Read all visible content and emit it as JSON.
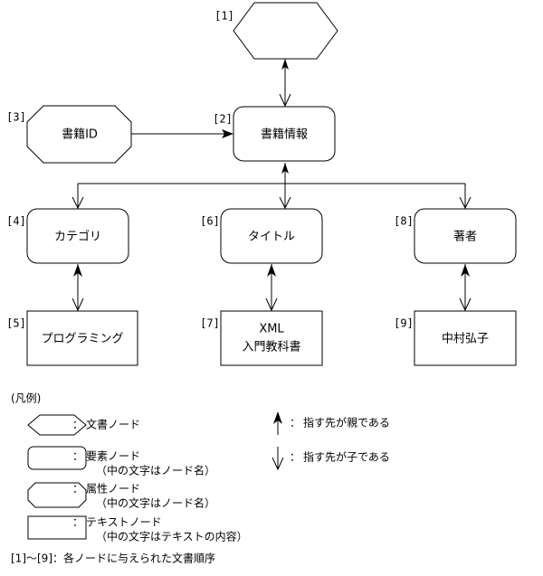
{
  "diagram": {
    "nodes": [
      {
        "id": "n1",
        "order": "[1]",
        "label": "",
        "shape": "hexagon",
        "kind": "document-node"
      },
      {
        "id": "n2",
        "order": "[2]",
        "label": "書籍情報",
        "shape": "rounded-rect",
        "kind": "element-node"
      },
      {
        "id": "n3",
        "order": "[3]",
        "label": "書籍ID",
        "shape": "octagon",
        "kind": "attribute-node"
      },
      {
        "id": "n4",
        "order": "[4]",
        "label": "カテゴリ",
        "shape": "rounded-rect",
        "kind": "element-node"
      },
      {
        "id": "n5",
        "order": "[5]",
        "label": "プログラミング",
        "shape": "rect",
        "kind": "text-node"
      },
      {
        "id": "n6",
        "order": "[6]",
        "label": "タイトル",
        "shape": "rounded-rect",
        "kind": "element-node"
      },
      {
        "id": "n7",
        "order": "[7]",
        "label": "XML\n入門教科書",
        "line1": "XML",
        "line2": "入門教科書",
        "shape": "rect",
        "kind": "text-node"
      },
      {
        "id": "n8",
        "order": "[8]",
        "label": "著者",
        "shape": "rounded-rect",
        "kind": "element-node"
      },
      {
        "id": "n9",
        "order": "[9]",
        "label": "中村弘子",
        "shape": "rect",
        "kind": "text-node"
      }
    ]
  },
  "legend": {
    "title": "(凡例)",
    "items": [
      {
        "shape": "hexagon",
        "separator": "：",
        "text": "文書ノード",
        "note": ""
      },
      {
        "shape": "rounded-rect",
        "separator": "：",
        "text": "要素ノード",
        "note": "（中の文字はノード名）"
      },
      {
        "shape": "octagon",
        "separator": "：",
        "text": "属性ノード",
        "note": "（中の文字はノード名）"
      },
      {
        "shape": "rect",
        "separator": "：",
        "text": "テキストノード",
        "note": "（中の文字はテキストの内容）"
      }
    ],
    "arrows": [
      {
        "glyph": "arrow-up-solid",
        "separator": "：",
        "text": "指す先が親である"
      },
      {
        "glyph": "arrow-down-open",
        "separator": "：",
        "text": "指す先が子である"
      }
    ],
    "footer": "[1]〜[9]：各ノードに与えられた文書順序"
  },
  "colors": {
    "stroke": "#000000",
    "fill": "#ffffff",
    "background": "#ffffff"
  }
}
